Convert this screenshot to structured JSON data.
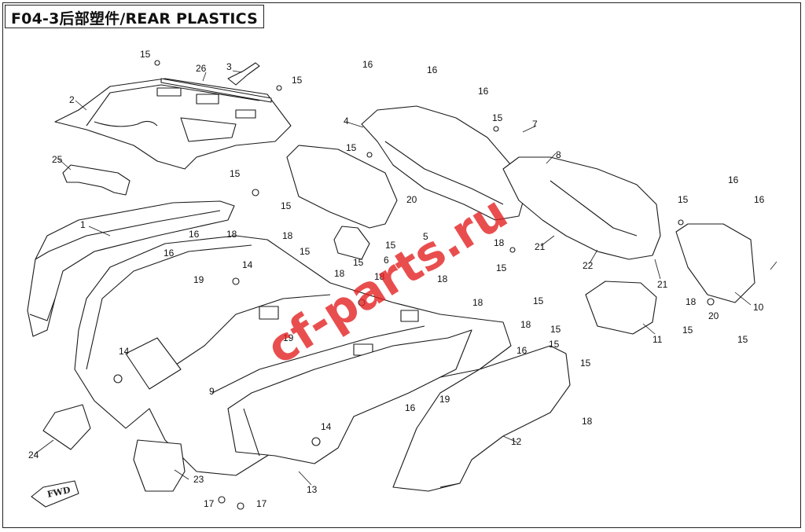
{
  "title": "F04-3后部塑件/REAR PLASTICS",
  "watermark": "cf-parts.ru",
  "direction_tag": "FWD",
  "callouts": [
    "1",
    "2",
    "3",
    "4",
    "5",
    "6",
    "7",
    "8",
    "9",
    "10",
    "11",
    "12",
    "13",
    "14",
    "15",
    "16",
    "17",
    "18",
    "19",
    "20",
    "21",
    "22",
    "23",
    "24",
    "25",
    "26"
  ],
  "colors": {
    "line": "#1a1a1a",
    "watermark": "#e31d1d",
    "part_fill": "#ffffff"
  }
}
